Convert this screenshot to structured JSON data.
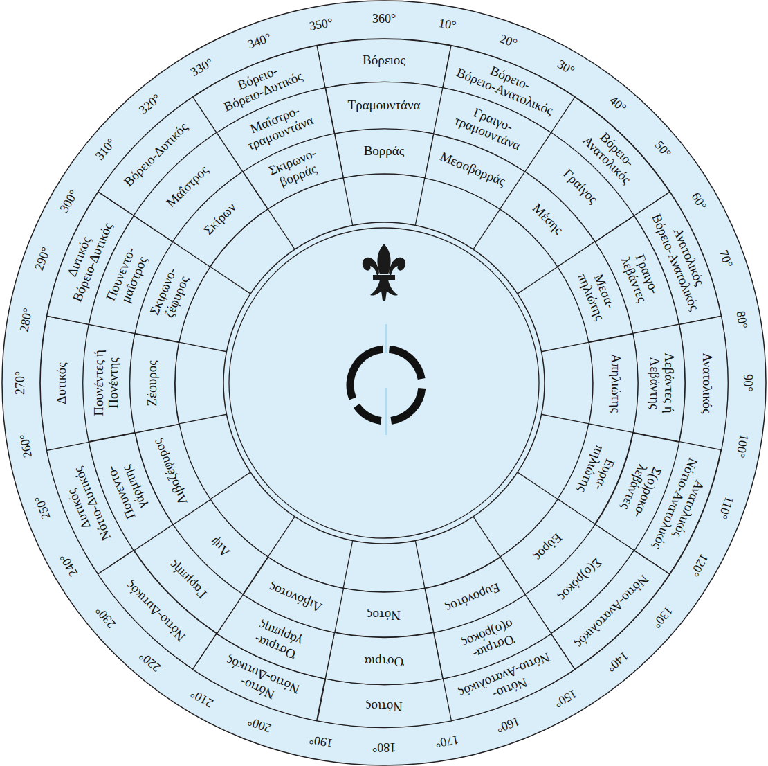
{
  "diagram": {
    "nodes": [
      {
        "text": [
          "Βόρειος"
        ]
      },
      {
        "text": [
          "Βόρειο- Βόρειο-Ανατολικός"
        ]
      },
      {
        "text": [
          "Βόρειο- Ανατολικός"
        ]
      },
      {
        "text": [
          "Ανατολικός Βόρειο-Ανατολικός"
        ]
      },
      {
        "text": [
          "Ανατολικός"
        ]
      },
      {
        "text": [
          "Ανατολικός Νότιο-Ανατολικός"
        ]
      },
      {
        "text": [
          "Νότιο-Ανατολικός"
        ]
      },
      {
        "text": [
          "Νότιο- Νότιο-Ανατολικός"
        ]
      },
      {
        "text": [
          "Νότιος"
        ]
      },
      {
        "text": [
          "Νότιο- Νότιο-Δυτικός"
        ]
      },
      {
        "text": [
          "Νότιο-Δυτικός"
        ]
      },
      {
        "text": [
          "Δυτικός Νότιο-Δυτικός"
        ]
      },
      {
        "text": [
          "Δυτικός"
        ]
      },
      {
        "text": [
          "Δυτικός Βόρειο-Δυτικός"
        ]
      },
      {
        "text": [
          "Βόρειο-Δυτικός"
        ]
      },
      {
        "text": [
          "Βόρειο- Βόρειο-Δυτικός"
        ]
      },
      {
        "text": [
          "Τραμουντάνα"
        ]
      },
      {
        "text": [
          "Γραιγο- τραμουντάνα"
        ]
      },
      {
        "text": [
          "Γραίγος"
        ]
      },
      {
        "text": [
          "Γραιγο- λεβάντες"
        ]
      },
      {
        "text": [
          "Λεβάντες ή Λεβάντης"
        ]
      },
      {
        "text": [
          "Σ(ο)ροκο- λεβάντες"
        ]
      },
      {
        "text": [
          "Σ(ο)ρόκος"
        ]
      },
      {
        "text": [
          "Όστρια- σ(ο)ρόκος"
        ]
      },
      {
        "text": [
          "Όστρια"
        ]
      },
      {
        "text": [
          "Όστρια- γάρμπης"
        ]
      },
      {
        "text": [
          "Γαρμπής"
        ]
      },
      {
        "text": [
          "Πουνεντο- γάρμπης"
        ]
      },
      {
        "text": [
          "Πουνέντες ή Πονέντης"
        ]
      },
      {
        "text": [
          "Πουνεντο- μαΐστρος"
        ]
      },
      {
        "text": [
          "Μαΐστρος"
        ]
      },
      {
        "text": [
          "Μαΐστρο- τραμουντάνα"
        ]
      },
      {
        "text": [
          "Βορράς"
        ]
      },
      {
        "text": [
          "Μεσοβορράς"
        ]
      },
      {
        "text": [
          "Μέσης"
        ]
      },
      {
        "text": [
          "Μεσα- πηλιώτης"
        ]
      },
      {
        "text": [
          "Απηλιώτης"
        ]
      },
      {
        "text": [
          "Ευρα- πηλιώτης"
        ]
      },
      {
        "text": [
          "Εύρος"
        ]
      },
      {
        "text": [
          "Ευρονότος"
        ]
      },
      {
        "text": [
          "Νότος"
        ]
      },
      {
        "text": [
          "Λιβόνοτος"
        ]
      },
      {
        "text": [
          "Λιψ"
        ]
      },
      {
        "text": [
          "Λιβοζέφυρος"
        ]
      },
      {
        "text": [
          "Ζέφυρος"
        ]
      },
      {
        "text": [
          "Σκιρωνο- ζέφυρος"
        ]
      },
      {
        "text": [
          "Σκίρων"
        ]
      },
      {
        "text": [
          "Σκιρωνο- βορράς"
        ]
      }
    ],
    "labels": [
      "10°",
      "20°",
      "30°",
      "40°",
      "50°",
      "60°",
      "70°",
      "80°",
      "90°",
      "100°",
      "110°",
      "120°",
      "130°",
      "140°",
      "150°",
      "160°",
      "170°",
      "180°",
      "190°",
      "200°",
      "210°",
      "220°",
      "230°",
      "240°",
      "250°",
      "260°",
      "270°",
      "280°",
      "290°",
      "300°",
      "310°",
      "320°",
      "330°",
      "340°",
      "350°",
      "360°"
    ]
  }
}
